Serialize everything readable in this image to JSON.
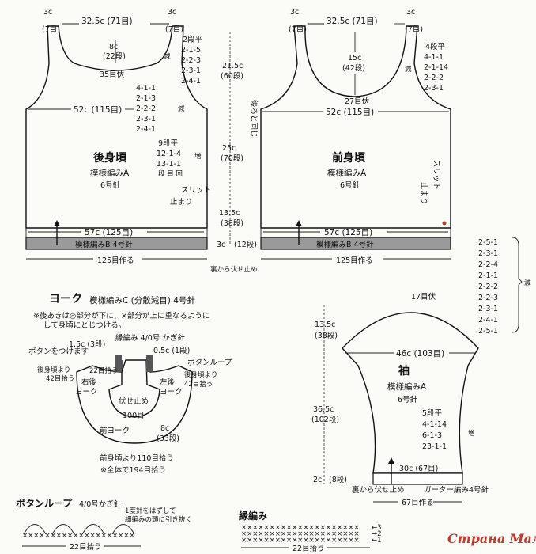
{
  "back": {
    "shoulder_left": "3c",
    "shoulder_left_rows": "(7目)",
    "neck_width": "32.5c (71目)",
    "shoulder_right": "3c",
    "shoulder_right_rows": "(7目)",
    "neck_depth": "8c",
    "neck_depth_rows": "(22段)",
    "neck_bindoff": "35目伏",
    "neck_dec": [
      "2段平",
      "2-1-5",
      "2-2-3",
      "2-3-1",
      "2-4-1"
    ],
    "neck_dec_label": "減",
    "arm_dec": [
      "4-1-1",
      "2-1-3",
      "2-2-2",
      "2-3-1",
      "2-4-1"
    ],
    "arm_dec_label": "減",
    "chest": "52c (115目)",
    "side_inc": [
      "9段平",
      "12-1-4",
      "13-1-1",
      "段 目 回"
    ],
    "side_inc_label": "増",
    "slit_1": "スリット",
    "slit_2": "止まり",
    "title": "後身頃",
    "pattern": "模様編みA",
    "needle": "6号針",
    "hem_width": "57c (125目)",
    "ribbing": "模様編みB 4号針",
    "cast_on": "125目作る"
  },
  "front": {
    "shoulder_left": "3c",
    "shoulder_left_rows": "(7目)",
    "neck_width": "32.5c (71目)",
    "shoulder_right": "3c",
    "shoulder_right_rows": "(7目)",
    "neck_depth": "15c",
    "neck_depth_rows": "(42段)",
    "neck_bindoff": "27目伏",
    "neck_dec": [
      "4段平",
      "4-1-1",
      "2-1-14",
      "2-2-2",
      "2-3-1"
    ],
    "neck_dec_label": "減",
    "same_as_back": "後ろと同じ",
    "chest": "52c (115目)",
    "title": "前身頃",
    "pattern": "模様編みA",
    "needle": "6号針",
    "slit_1": "スリット",
    "slit_2": "止まり",
    "hem_width": "57c (125目)",
    "ribbing": "模様編みB 4号針",
    "cast_on": "125目作る"
  },
  "body_heights": {
    "armhole": "21.5c",
    "armhole_rows": "(60段)",
    "side": "25c",
    "side_rows": "(70段)",
    "slit": "13.5c",
    "slit_rows": "(38段)",
    "rib": "3c",
    "rib_rows": "(12段)",
    "bindoff_note": "裏から伏せ止め"
  },
  "yoke": {
    "title": "ヨーク",
    "pattern": "模様編みC (分散減目) 4号針",
    "note_1": "※後あきは◎部分が下に、×部分が上に重なるように",
    "note_2": "して身頃にとじつける。",
    "left_top": "1.5c (3段)",
    "edging_label": "縁編み 4/0号 かぎ針",
    "right_top": "0.5c (1段)",
    "button_sew": "ボタンをつけます",
    "button_loop": "ボタンループ",
    "pickup_back_left_1": "後身頃より",
    "pickup_back_left_2": "42目拾う",
    "pickup_back_right_1": "後身頃より",
    "pickup_back_right_2": "42目拾う",
    "right_back_1": "右後",
    "right_back_2": "ヨーク",
    "left_back_1": "左後",
    "left_back_2": "ヨーク",
    "pickup_22": "22目拾う",
    "bindoff": "伏せ止め",
    "st100": "100目",
    "front_yoke": "前ヨーク",
    "depth": "8c",
    "depth_rows": "(33段)",
    "pickup_front": "前身頃より110目拾う",
    "total": "※全体で194目拾う"
  },
  "sleeve": {
    "cap_dec": [
      "2-5-1",
      "2-3-1",
      "2-2-4",
      "2-1-1",
      "2-2-2",
      "2-2-3",
      "2-3-1",
      "2-4-1",
      "2-5-1"
    ],
    "cap_dec_label": "減",
    "top_bindoff": "17目伏",
    "cap_height": "13.5c",
    "cap_rows": "(38段)",
    "width": "46c (103目)",
    "title": "袖",
    "pattern": "模様編みA",
    "needle": "6号針",
    "length": "36.5c",
    "length_rows": "(102段)",
    "inc": [
      "5段平",
      "4-1-14",
      "6-1-3",
      "23-1-1"
    ],
    "inc_label": "増",
    "cuff": "2c",
    "cuff_rows": "(8段)",
    "cuff_width": "30c (67目)",
    "bindoff_note": "裏から伏せ止め",
    "garter": "ガーター編み4号針",
    "cast_on": "67目作る"
  },
  "button_loop_chart": {
    "title": "ボタンループ",
    "hook": "4/0号かぎ針",
    "note_1": "1度針をはずして",
    "note_2": "細編みの頭に引き抜く",
    "count": "22目拾う"
  },
  "edging_chart": {
    "title": "縁編み",
    "count": "22目拾う",
    "row_3": "←3",
    "row_2": "→2",
    "row_1": "←1"
  },
  "watermark": "Страна Мам"
}
